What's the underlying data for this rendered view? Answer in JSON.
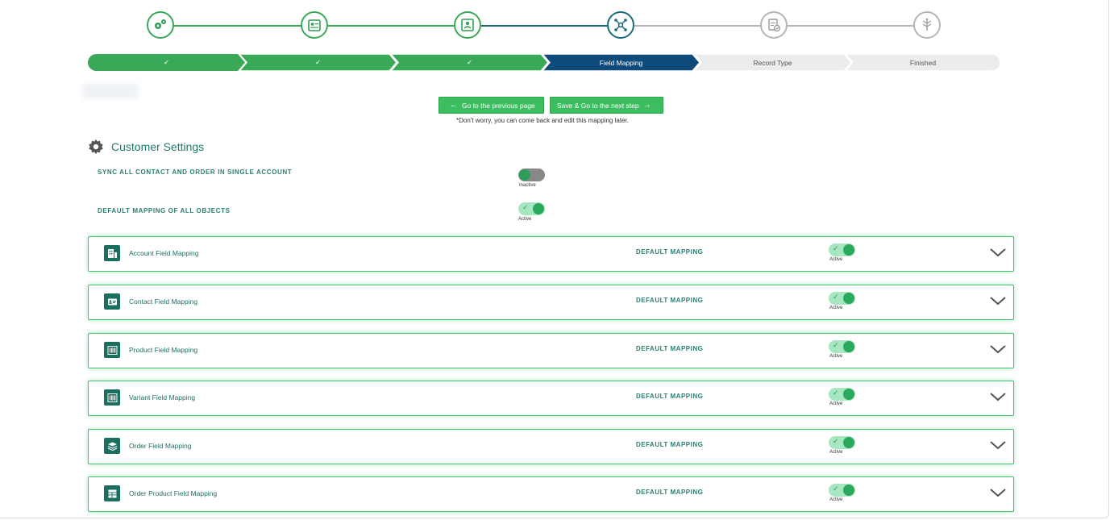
{
  "wizard": {
    "step_icons": [
      {
        "icon": "gears-icon",
        "state": "done"
      },
      {
        "icon": "id-card-icon",
        "state": "done"
      },
      {
        "icon": "id-card-check-icon",
        "state": "done"
      },
      {
        "icon": "network-icon",
        "state": "active"
      },
      {
        "icon": "clipboard-check-icon",
        "state": "pending"
      },
      {
        "icon": "flag-icon",
        "state": "pending"
      }
    ],
    "steps": [
      {
        "label": "✓",
        "state": "done"
      },
      {
        "label": "✓",
        "state": "done"
      },
      {
        "label": "✓",
        "state": "done"
      },
      {
        "label": "Field Mapping",
        "state": "active"
      },
      {
        "label": "Record Type",
        "state": "pending"
      },
      {
        "label": "Finished",
        "state": "pending"
      }
    ],
    "colors": {
      "done": "#3aa957",
      "active": "#0e4a7a",
      "pending": "#ececec",
      "teal_line": "#1a6b7a",
      "grey_line": "#b5b5b5"
    }
  },
  "nav": {
    "prev_label": "Go to the previous page",
    "next_label": "Save & Go to the next step",
    "hint": "*Don't worry, you can come back and edit this mapping later."
  },
  "customer_settings": {
    "title": "Customer Settings",
    "sync_label": "SYNC ALL CONTACT AND ORDER IN SINGLE ACCOUNT",
    "sync_state": "Inactive",
    "default_label": "DEFAULT MAPPING OF ALL OBJECTS",
    "default_state": "Active"
  },
  "mappings": [
    {
      "title": "Account Field Mapping",
      "icon": "building-icon",
      "default_label": "DEFAULT MAPPING",
      "state": "Active"
    },
    {
      "title": "Contact Field Mapping",
      "icon": "contact-card-icon",
      "default_label": "DEFAULT MAPPING",
      "state": "Active"
    },
    {
      "title": "Product Field Mapping",
      "icon": "barcode-icon",
      "default_label": "DEFAULT MAPPING",
      "state": "Active"
    },
    {
      "title": "Variant Field Mapping",
      "icon": "barcode-icon",
      "default_label": "DEFAULT MAPPING",
      "state": "Active"
    },
    {
      "title": "Order Field Mapping",
      "icon": "layers-icon",
      "default_label": "DEFAULT MAPPING",
      "state": "Active"
    },
    {
      "title": "Order Product Field Mapping",
      "icon": "table-icon",
      "default_label": "DEFAULT MAPPING",
      "state": "Active"
    }
  ]
}
